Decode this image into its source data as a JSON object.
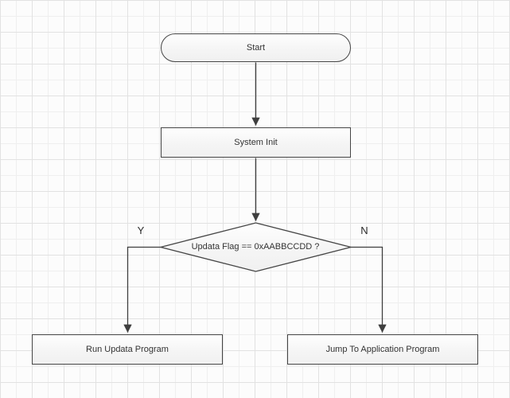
{
  "diagram": {
    "type": "flowchart",
    "nodes": [
      {
        "id": "start",
        "shape": "terminator",
        "label": "Start"
      },
      {
        "id": "system-init",
        "shape": "process",
        "label": "System Init"
      },
      {
        "id": "updata-flag-check",
        "shape": "decision",
        "label": "Updata Flag == 0xAABBCCDD ?"
      },
      {
        "id": "run-updata-program",
        "shape": "process",
        "label": "Run Updata Program"
      },
      {
        "id": "jump-to-application-program",
        "shape": "process",
        "label": "Jump To Application Program"
      }
    ],
    "edges": [
      {
        "from": "start",
        "to": "system-init",
        "label": ""
      },
      {
        "from": "system-init",
        "to": "updata-flag-check",
        "label": ""
      },
      {
        "from": "updata-flag-check",
        "to": "run-updata-program",
        "label": "Y"
      },
      {
        "from": "updata-flag-check",
        "to": "jump-to-application-program",
        "label": "N"
      }
    ],
    "colors": {
      "node_fill_top": "#fefefe",
      "node_fill_bottom": "#f0f0f0",
      "node_border": "#454545",
      "connector": "#3f3f3f",
      "text": "#333333",
      "grid_minor": "#efefef",
      "grid_major": "#e2e2e2",
      "canvas_background": "#fcfcfc"
    }
  }
}
